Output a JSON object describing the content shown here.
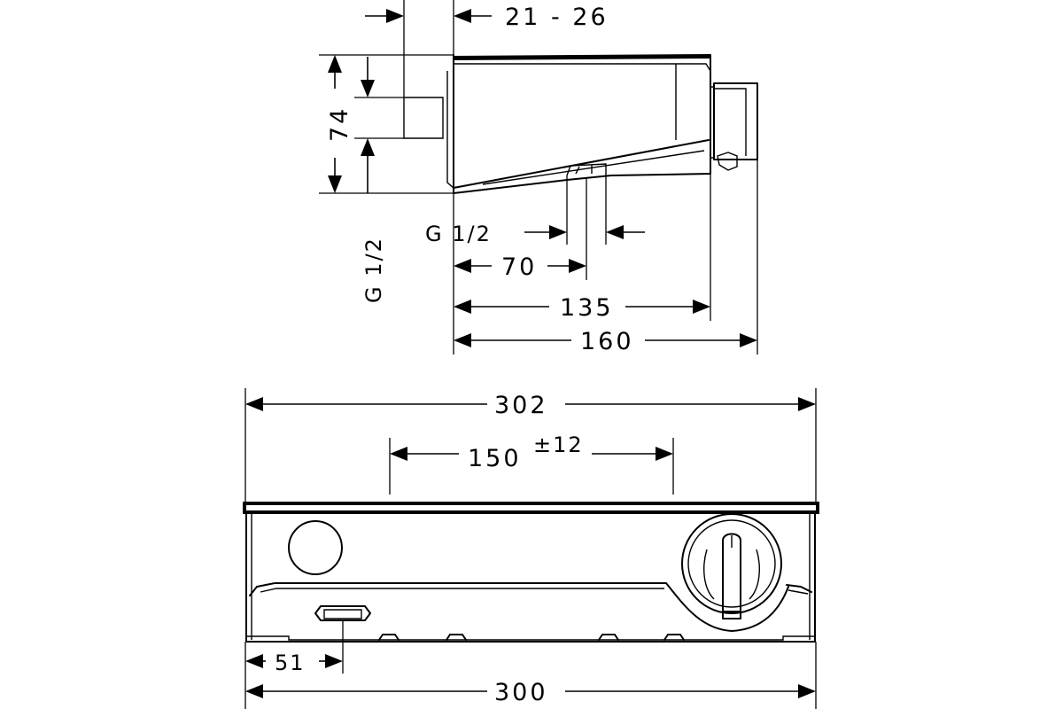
{
  "colors": {
    "line": "#000000",
    "background": "#ffffff"
  },
  "side_view": {
    "dims": {
      "depth_range": "21 - 26",
      "height": "74",
      "thread_vertical": "G 1/2",
      "thread_outlet": "G 1/2",
      "d70": "70",
      "d135": "135",
      "d160": "160"
    }
  },
  "front_view": {
    "dims": {
      "overall_width": "302",
      "center_distance": "150",
      "tolerance": "±12",
      "offset": "51",
      "body_width": "300"
    }
  }
}
